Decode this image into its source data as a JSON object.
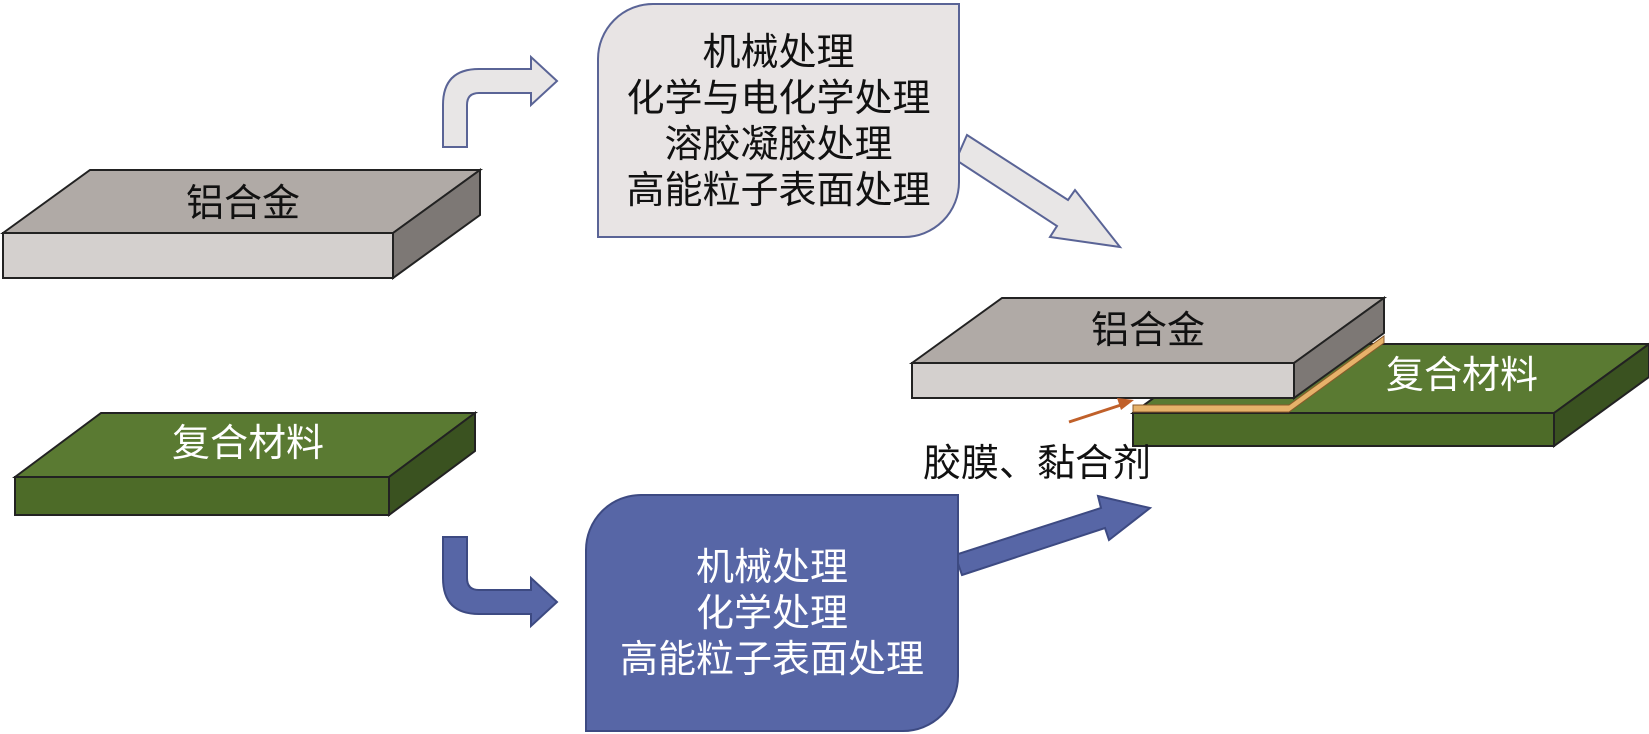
{
  "aluminum_label": "铝合金",
  "composite_label": "复合材料",
  "aluminum_treatments": [
    "机械处理",
    "化学与电化学处理",
    "溶胶凝胶处理",
    "高能粒子表面处理"
  ],
  "composite_treatments": [
    "机械处理",
    "化学处理",
    "高能粒子表面处理"
  ],
  "adhesive_label": "胶膜、黏合剂",
  "colors": {
    "aluminum_top": "#b0aaa6",
    "aluminum_front": "#d4d0ce",
    "aluminum_side": "#7d7875",
    "composite_top": "#5a7a32",
    "composite_front": "#4d6b28",
    "composite_side": "#3a5220",
    "light_box": "#e8e4e4",
    "blue_box": "#5766a6",
    "light_arrow": "#e8e6e6",
    "blue_arrow": "#5766a6",
    "adhesive_arrow": "#c0602a",
    "adhesive_layer": "#e6b26a"
  }
}
